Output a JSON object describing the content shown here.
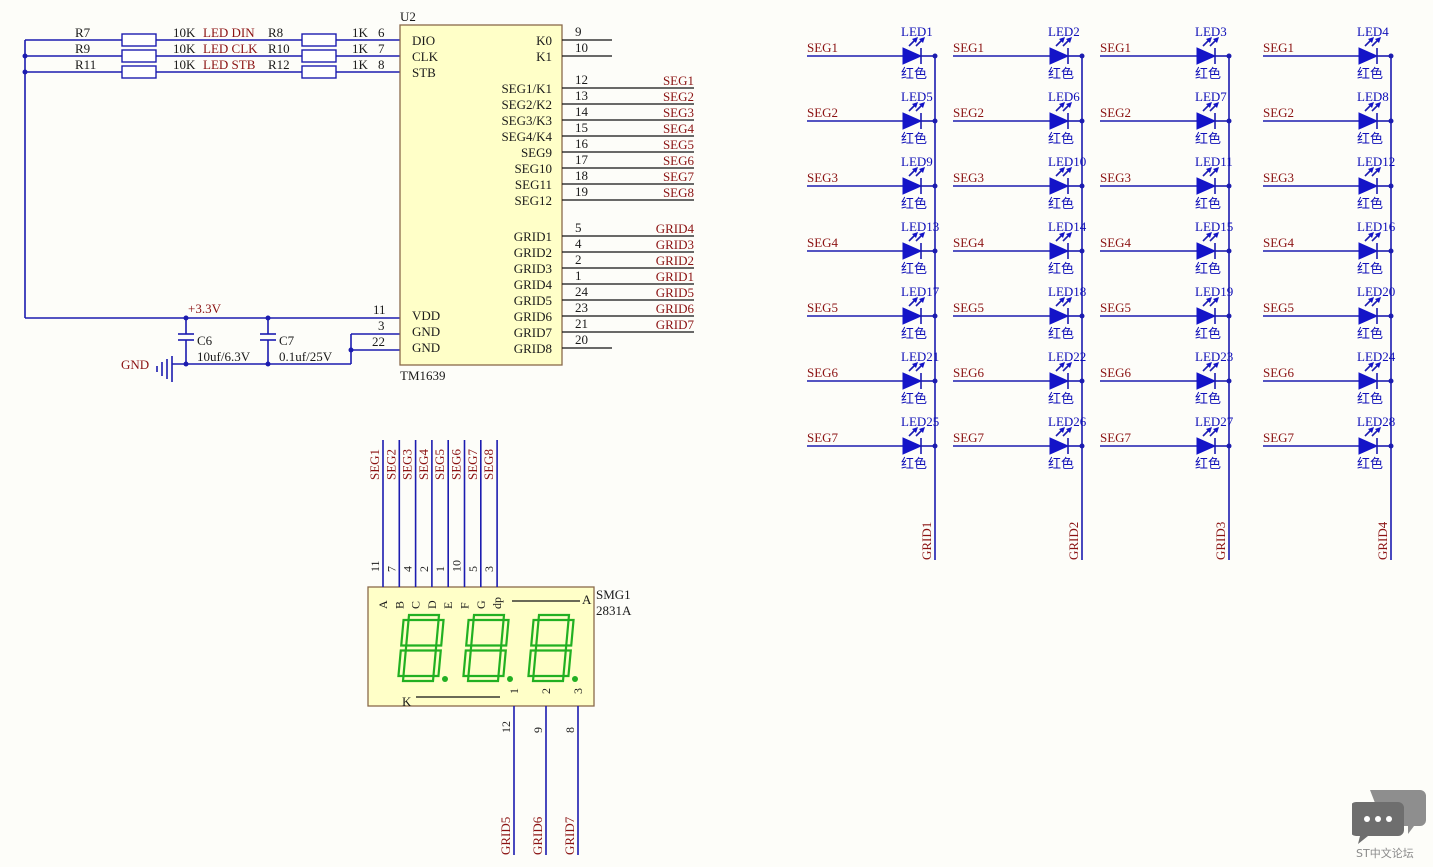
{
  "mcu": {
    "designator": "U2",
    "part": "TM1639",
    "left_pins": [
      {
        "name": "DIO",
        "num": "6"
      },
      {
        "name": "CLK",
        "num": "7"
      },
      {
        "name": "STB",
        "num": "8"
      },
      {
        "name": "VDD",
        "num": "11"
      },
      {
        "name": "GND",
        "num": "3"
      },
      {
        "name": "GND",
        "num": "22"
      }
    ],
    "right_pins": [
      {
        "name": "K0",
        "num": "9",
        "net": ""
      },
      {
        "name": "K1",
        "num": "10",
        "net": ""
      },
      {
        "name": "SEG1/K1",
        "num": "12",
        "net": "SEG1"
      },
      {
        "name": "SEG2/K2",
        "num": "13",
        "net": "SEG2"
      },
      {
        "name": "SEG3/K3",
        "num": "14",
        "net": "SEG3"
      },
      {
        "name": "SEG4/K4",
        "num": "15",
        "net": "SEG4"
      },
      {
        "name": "SEG9",
        "num": "16",
        "net": "SEG5"
      },
      {
        "name": "SEG10",
        "num": "17",
        "net": "SEG6"
      },
      {
        "name": "SEG11",
        "num": "18",
        "net": "SEG7"
      },
      {
        "name": "SEG12",
        "num": "19",
        "net": "SEG8"
      },
      {
        "name": "GRID1",
        "num": "5",
        "net": "GRID4"
      },
      {
        "name": "GRID2",
        "num": "4",
        "net": "GRID3"
      },
      {
        "name": "GRID3",
        "num": "2",
        "net": "GRID2"
      },
      {
        "name": "GRID4",
        "num": "1",
        "net": "GRID1"
      },
      {
        "name": "GRID5",
        "num": "24",
        "net": "GRID5"
      },
      {
        "name": "GRID6",
        "num": "23",
        "net": "GRID6"
      },
      {
        "name": "GRID7",
        "num": "21",
        "net": "GRID7"
      },
      {
        "name": "GRID8",
        "num": "20",
        "net": ""
      }
    ]
  },
  "resistors": [
    {
      "left": "R7",
      "lval": "10K",
      "net": "LED_DIN",
      "right": "R8",
      "rval": "1K"
    },
    {
      "left": "R9",
      "lval": "10K",
      "net": "LED_CLK",
      "right": "R10",
      "rval": "1K"
    },
    {
      "left": "R11",
      "lval": "10K",
      "net": "LED_STB",
      "right": "R12",
      "rval": "1K"
    }
  ],
  "power": {
    "vcc": "+3.3V",
    "gnd": "GND",
    "c6": {
      "name": "C6",
      "value": "10uf/6.3V"
    },
    "c7": {
      "name": "C7",
      "value": "0.1uf/25V"
    }
  },
  "display": {
    "designator": "SMG1",
    "part": "2831A",
    "segments": [
      "A",
      "B",
      "C",
      "D",
      "E",
      "F",
      "G",
      "dp"
    ],
    "seg_nets": [
      "SEG1",
      "SEG2",
      "SEG3",
      "SEG4",
      "SEG5",
      "SEG6",
      "SEG7",
      "SEG8"
    ],
    "seg_pins": [
      "11",
      "7",
      "4",
      "2",
      "1",
      "10",
      "5",
      "3"
    ],
    "anode_label": "A",
    "cathode_label": "K",
    "digits": [
      "1",
      "2",
      "3"
    ],
    "digit_pins": [
      "12",
      "9",
      "8"
    ],
    "digit_nets": [
      "GRID5",
      "GRID6",
      "GRID7"
    ]
  },
  "led_matrix": {
    "rows": [
      "SEG1",
      "SEG2",
      "SEG3",
      "SEG4",
      "SEG5",
      "SEG6",
      "SEG7"
    ],
    "grids": [
      "GRID1",
      "GRID2",
      "GRID3",
      "GRID4"
    ],
    "led_color": "红色",
    "leds": [
      "LED1",
      "LED2",
      "LED3",
      "LED4",
      "LED5",
      "LED6",
      "LED7",
      "LED8",
      "LED9",
      "LED10",
      "LED11",
      "LED12",
      "LED13",
      "LED14",
      "LED15",
      "LED16",
      "LED17",
      "LED18",
      "LED19",
      "LED20",
      "LED21",
      "LED22",
      "LED23",
      "LED24",
      "LED25",
      "LED26",
      "LED27",
      "LED28"
    ]
  },
  "watermark": {
    "text": "ST中文论坛"
  },
  "colors": {
    "wire": "#1c1cb0",
    "net": "#8b1212",
    "chip": "#ffffc8",
    "segment": "#22b022"
  }
}
